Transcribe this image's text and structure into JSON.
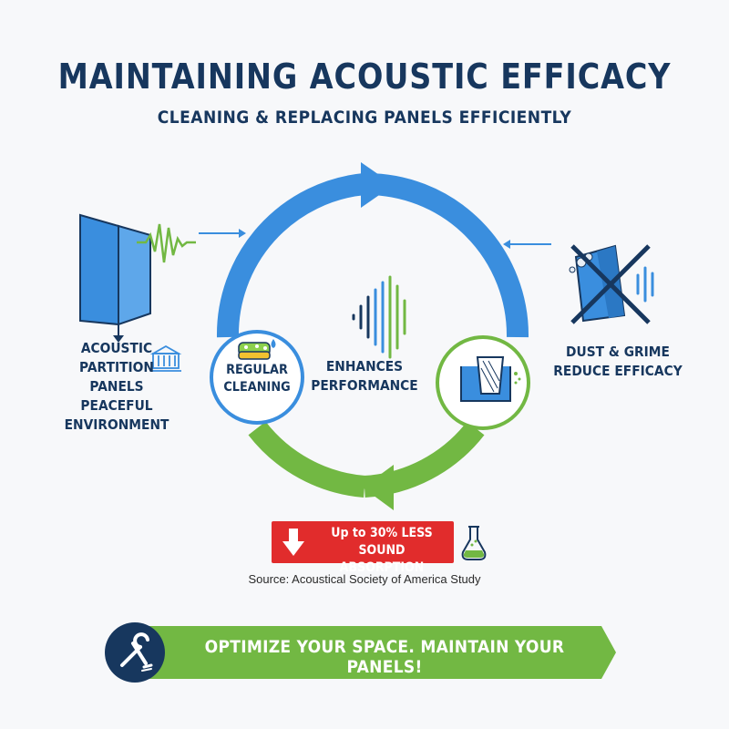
{
  "header": {
    "title": "MAINTAINING ACOUSTIC EFFICACY",
    "subtitle": "CLEANING & REPLACING PANELS EFFICIENTLY"
  },
  "left_panel": {
    "label_lines": [
      "ACOUSTIC",
      "PARTITION",
      "PANELS",
      "PEACEFUL",
      "ENVIRONMENT"
    ],
    "icons": [
      "acoustic-panel-icon",
      "sound-wave-icon",
      "building-icon"
    ]
  },
  "right_panel": {
    "label_lines": [
      "DUST & GRIME",
      "REDUCE EFFICACY"
    ],
    "icons": [
      "dirty-panel-crossed-icon",
      "sound-wave-icon"
    ]
  },
  "cycle": {
    "center_lines": [
      "ENHANCES",
      "PERFORMANCE"
    ],
    "cleaning_lines": [
      "REGULAR",
      "CLEANING"
    ],
    "icons": [
      "sponge-icon",
      "panel-replacement-icon",
      "sound-wave-icon"
    ]
  },
  "stat": {
    "lines": [
      "Up to 30% LESS",
      "SOUND ABSORPTION"
    ],
    "icons": [
      "down-arrow-icon",
      "flask-icon"
    ]
  },
  "source": "Source: Acoustical Society of America Study",
  "cta": {
    "text": "OPTIMIZE YOUR SPACE. MAINTAIN YOUR PANELS!",
    "icon": "tools-icon"
  },
  "colors": {
    "navy": "#17375e",
    "blue": "#3a8ede",
    "green": "#72b843",
    "red": "#e12c2c"
  }
}
